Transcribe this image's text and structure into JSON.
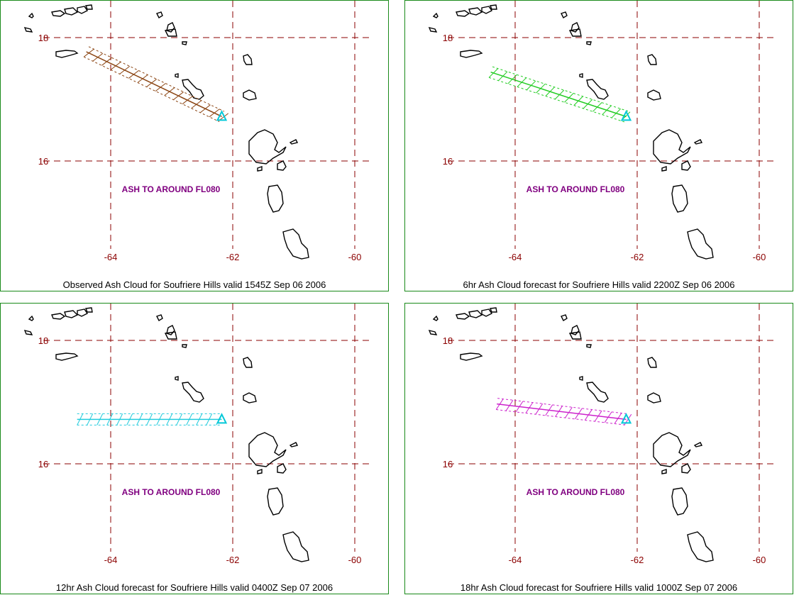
{
  "colors": {
    "panel_border": "#1a8a1a",
    "grid": "#8b0000",
    "tick_label": "#8b0000",
    "annotation": "#800080",
    "coast": "#000000",
    "volcano_marker": "#00c8d8"
  },
  "axes": {
    "lon_ticks": [
      -64,
      -62,
      -60
    ],
    "lat_ticks": [
      18,
      16
    ],
    "lon_tick_labels": [
      "-64",
      "-62",
      "-60"
    ],
    "lat_tick_labels": [
      "18",
      "16"
    ]
  },
  "annotation": "ASH TO AROUND FL080",
  "volcano": {
    "name": "Soufriere Hills",
    "lon": -62.18,
    "lat": 16.72
  },
  "panels": [
    {
      "caption": "Observed Ash Cloud for Soufriere  Hills valid 1545Z Sep 06 2006",
      "ash_color": "#8b4513",
      "ash_start": {
        "lon": -64.4,
        "lat": 17.77
      },
      "ash_end": {
        "lon": -62.18,
        "lat": 16.72
      }
    },
    {
      "caption": "6hr Ash Cloud forecast for Soufriere  Hills valid 2200Z Sep 06 2006",
      "ash_color": "#22cc22",
      "ash_start": {
        "lon": -64.4,
        "lat": 17.44
      },
      "ash_end": {
        "lon": -62.18,
        "lat": 16.72
      }
    },
    {
      "caption": "12hr Ash Cloud forecast for Soufriere  Hills valid 0400Z Sep 07 2006",
      "ash_color": "#22ccdd",
      "ash_start": {
        "lon": -64.55,
        "lat": 16.72
      },
      "ash_end": {
        "lon": -62.18,
        "lat": 16.72
      }
    },
    {
      "caption": "18hr Ash Cloud forecast for Soufriere  Hills valid 1000Z Sep 07 2006",
      "ash_color": "#cc22cc",
      "ash_start": {
        "lon": -64.3,
        "lat": 16.97
      },
      "ash_end": {
        "lon": -62.18,
        "lat": 16.72
      }
    }
  ]
}
